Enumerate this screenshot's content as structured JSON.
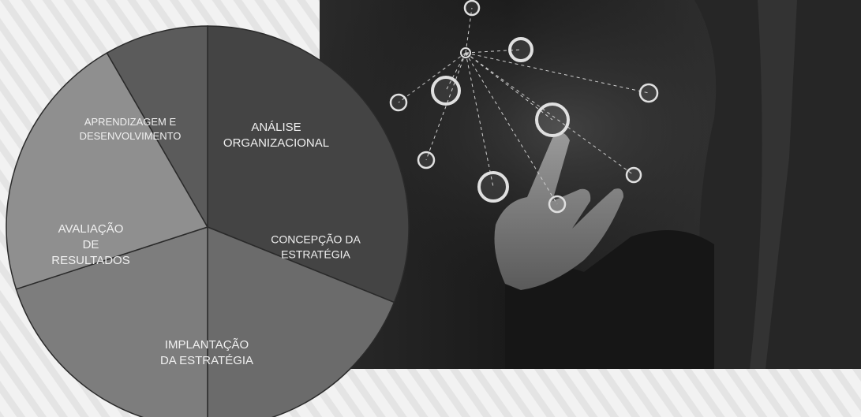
{
  "cycle": {
    "segments": [
      {
        "label_lines": [
          "ANÁLISE",
          "ORGANIZACIONAL"
        ],
        "fill": "#444444"
      },
      {
        "label_lines": [
          "CONCEPÇÃO DA",
          "ESTRATÉGIA"
        ],
        "fill": "#6b6b6b"
      },
      {
        "label_lines": [
          "IMPLANTAÇÃO",
          "DA ESTRATÉGIA"
        ],
        "fill": "#7d7d7d"
      },
      {
        "label_lines": [
          "AVALIAÇÃO",
          "DE",
          "RESULTADOS"
        ],
        "fill": "#8f8f8f"
      },
      {
        "label_lines": [
          "APRENDIZAGEM E",
          "DESENVOLVIMENTO"
        ],
        "fill": "#5b5b5b"
      }
    ]
  },
  "photo": {
    "subject": "hand touching a network of connected circles",
    "background_color": "#1c1c1c",
    "node_color": "#e0e0e0"
  }
}
